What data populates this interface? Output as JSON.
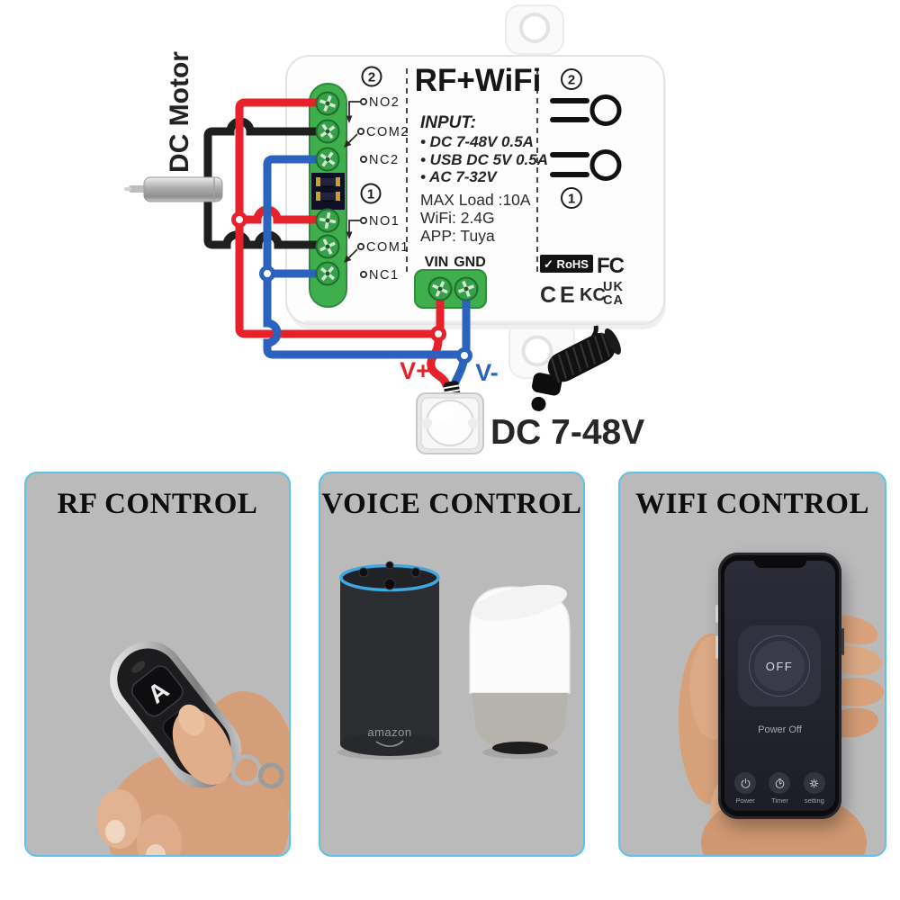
{
  "colors": {
    "wire_red": "#e62129",
    "wire_blue": "#2a62bd",
    "wire_black": "#1f1f1d",
    "terminal_green": "#3fae4c",
    "panel_background": "#bababa",
    "panel_border": "#5fc3e8",
    "phone_screen_dark": "#24242f",
    "echo_ring_blue": "#3fa7e2"
  },
  "diagram": {
    "motor_label": "DC Motor",
    "vplus": "V+",
    "vminus": "V-",
    "supply": "DC 7-48V"
  },
  "device": {
    "title": "RF+WiFi",
    "input_heading": "INPUT:",
    "input_items": [
      "• DC 7-48V 0.5A",
      "• USB DC 5V 0.5A",
      "• AC 7-32V"
    ],
    "specs": [
      "MAX Load :10A",
      "WiFi: 2.4G",
      "APP: Tuya"
    ],
    "channel_2": "2",
    "channel_1": "1",
    "terminals_ch2": [
      "NO2",
      "COM2",
      "NC2"
    ],
    "terminals_ch1": [
      "NO1",
      "COM1",
      "NC1"
    ],
    "power_in": [
      "VIN",
      "GND"
    ],
    "certs": {
      "rohs": "✓ RoHS",
      "fcc": "FC",
      "ce": "CE",
      "kc": "KC",
      "ukca_line1": "UK",
      "ukca_line2": "CA"
    }
  },
  "panels": {
    "rf": {
      "title": "RF CONTROL",
      "remote_button": "A"
    },
    "voice": {
      "title": "VOICE CONTROL",
      "echo_brand": "amazon"
    },
    "wifi": {
      "title": "WIFI CONTROL",
      "phone": {
        "button": "OFF",
        "status": "Power Off",
        "nav": [
          "Power",
          "Timer",
          "setting"
        ]
      }
    }
  }
}
